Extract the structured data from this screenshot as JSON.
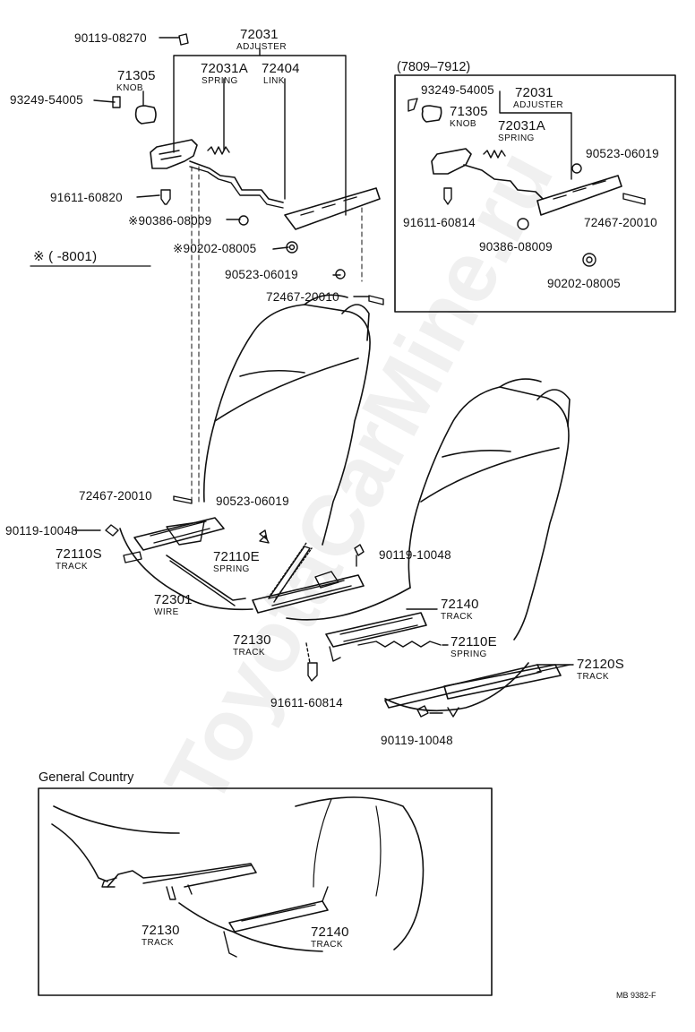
{
  "watermark": "ToyotaCarMine.ru",
  "top_labels": {
    "p90119_08270": "90119-08270",
    "p72031": "72031",
    "p72031_sub": "ADJUSTER",
    "p71305": "71305",
    "p71305_sub": "KNOB",
    "p72031A": "72031A",
    "p72031A_sub": "SPRING",
    "p72404": "72404",
    "p72404_sub": "LINK",
    "p93249": "93249-54005",
    "p91611": "91611-60820",
    "p90386": "※90386-08009",
    "p90202": "※90202-08005",
    "note": "※ (       -8001)",
    "p90523": "90523-06019",
    "p72467": "72467-20010"
  },
  "inset": {
    "title": "(7809–7912)",
    "p93249": "93249-54005",
    "p72031": "72031",
    "p72031_sub": "ADJUSTER",
    "p71305": "71305",
    "p71305_sub": "KNOB",
    "p72031A": "72031A",
    "p72031A_sub": "SPRING",
    "p90523": "90523-06019",
    "p91611": "91611-60814",
    "p72467": "72467-20010",
    "p90386": "90386-08009",
    "p90202": "90202-08005"
  },
  "mid_labels": {
    "p72467": "72467-20010",
    "p90523": "90523-06019",
    "p90119_left": "90119-10048",
    "p72110S": "72110S",
    "p72110S_sub": "TRACK",
    "p72110E_left": "72110E",
    "p72110E_left_sub": "SPRING",
    "p90119_mid": "90119-10048",
    "p72301": "72301",
    "p72301_sub": "WIRE",
    "p72140": "72140",
    "p72140_sub": "TRACK",
    "p72130": "72130",
    "p72130_sub": "TRACK",
    "p72110E_right": "72110E",
    "p72110E_right_sub": "SPRING",
    "p72120S": "72120S",
    "p72120S_sub": "TRACK",
    "p91611": "91611-60814",
    "p90119_bottom": "90119-10048"
  },
  "general": {
    "title": "General Country",
    "p72130": "72130",
    "p72130_sub": "TRACK",
    "p72140": "72140",
    "p72140_sub": "TRACK"
  },
  "footer_code": "MB 9382-F"
}
